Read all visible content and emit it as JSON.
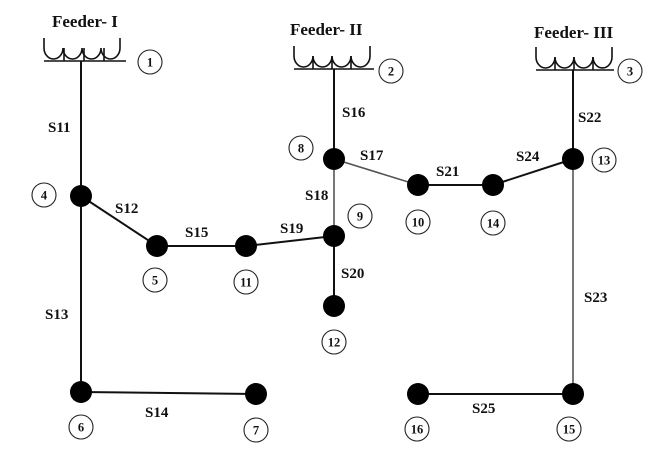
{
  "feeders": [
    {
      "id": "f1",
      "title": "Feeder- I",
      "node": "1"
    },
    {
      "id": "f2",
      "title": "Feeder- II",
      "node": "2"
    },
    {
      "id": "f3",
      "title": "Feeder- III",
      "node": "3"
    }
  ],
  "nodes": [
    "1",
    "2",
    "3",
    "4",
    "5",
    "6",
    "7",
    "8",
    "9",
    "10",
    "11",
    "12",
    "13",
    "14",
    "15",
    "16"
  ],
  "switches": [
    "S11",
    "S12",
    "S13",
    "S14",
    "S15",
    "S16",
    "S17",
    "S18",
    "S19",
    "S20",
    "S21",
    "S22",
    "S23",
    "S24",
    "S25"
  ],
  "colors": {
    "line": "#111111",
    "node": "#000000",
    "background": "#ffffff"
  }
}
